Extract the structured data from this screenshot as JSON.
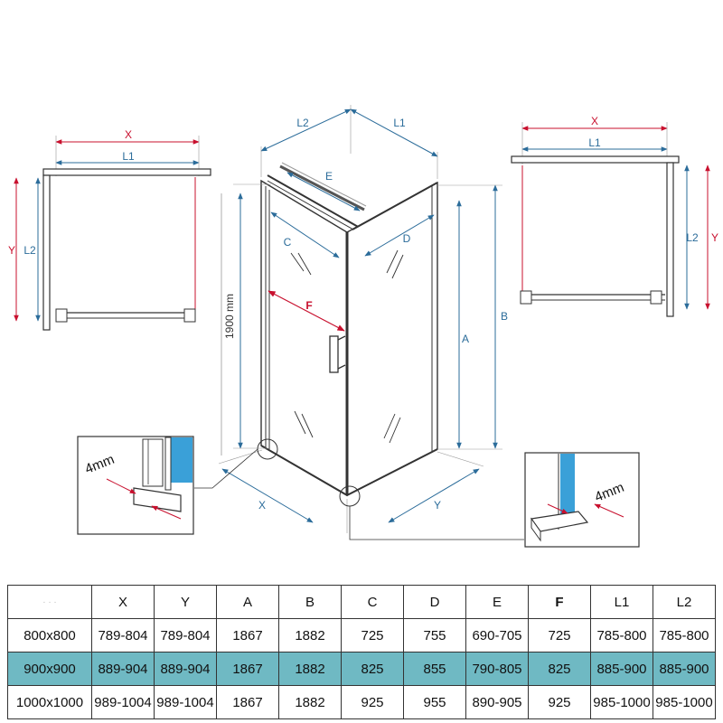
{
  "labels": {
    "x": "X",
    "y": "Y",
    "l1": "L1",
    "l2": "L2",
    "a": "A",
    "b": "B",
    "c": "C",
    "d": "D",
    "e": "E",
    "f": "F",
    "height": "1900 mm",
    "gap": "4mm"
  },
  "colors": {
    "dimension": "#2b6c9a",
    "accent": "#c8102e",
    "glass": "#3aa0d8",
    "highlight": "#6fb9c3"
  },
  "table": {
    "corner": "· · ·",
    "headers": [
      "X",
      "Y",
      "A",
      "B",
      "C",
      "D",
      "E",
      "F",
      "L1",
      "L2"
    ],
    "rows": [
      {
        "size": "800x800",
        "values": [
          "789-804",
          "789-804",
          "1867",
          "1882",
          "725",
          "755",
          "690-705",
          "725",
          "785-800",
          "785-800"
        ],
        "highlight": false
      },
      {
        "size": "900x900",
        "values": [
          "889-904",
          "889-904",
          "1867",
          "1882",
          "825",
          "855",
          "790-805",
          "825",
          "885-900",
          "885-900"
        ],
        "highlight": true
      },
      {
        "size": "1000x1000",
        "values": [
          "989-1004",
          "989-1004",
          "1867",
          "1882",
          "925",
          "955",
          "890-905",
          "925",
          "985-1000",
          "985-1000"
        ],
        "highlight": false
      }
    ]
  }
}
